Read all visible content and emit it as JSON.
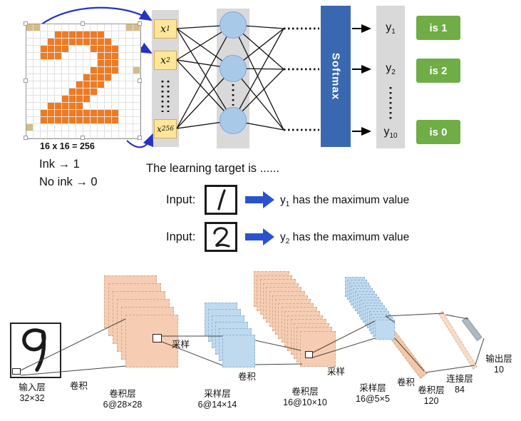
{
  "colors": {
    "digit_orange": "#EE7B22",
    "input_box_yellow": "#FFE699",
    "layer_strip_gray": "#D9D9D9",
    "neuron_blue": "#A9C9E8",
    "softmax_blue": "#3A68B0",
    "class_green": "#6FAD46",
    "arrow_blue": "#2433C5",
    "block_arrow_blue": "#2A52CC",
    "feature_map_peach": "#F6CDB2",
    "feature_map_blue": "#BFD9EE"
  },
  "digit_bitmap": [
    "2200000000000022",
    "0000111111100000",
    "0001111111110000",
    "0011110001111000",
    "0011100000111000",
    "0000000000111000",
    "0000000001111002",
    "0000000011110000",
    "0000000111100000",
    "0000001111000000",
    "0000011110000000",
    "0001111100000000",
    "0011111111111000",
    "0011111111111000",
    "2000000000000000",
    "0000000000000000"
  ],
  "top": {
    "grid_caption": "16 x 16 = 256",
    "ink_rule": "Ink → 1",
    "no_ink_rule": "No ink → 0",
    "inputs": [
      {
        "base": "x",
        "sub": "1"
      },
      {
        "base": "x",
        "sub": "2"
      },
      {
        "base": "x",
        "sub": "256"
      }
    ],
    "softmax_label": "Softmax",
    "outputs": [
      {
        "base": "y",
        "sub": "1"
      },
      {
        "base": "y",
        "sub": "2"
      },
      {
        "base": "y",
        "sub": "10"
      }
    ],
    "classes": [
      "is 1",
      "is 2",
      "is 0"
    ]
  },
  "middle": {
    "title": "The learning target is ......",
    "rows": [
      {
        "label": "Input:",
        "digit": "1",
        "result_base": "y",
        "result_sub": "1",
        "result_rest": " has the maximum value"
      },
      {
        "label": "Input:",
        "digit": "2",
        "result_base": "y",
        "result_sub": "2",
        "result_rest": " has the maximum value"
      }
    ]
  },
  "cnn": {
    "layers": [
      {
        "name": "输入层",
        "size": "32×32"
      },
      {
        "name": "卷积层",
        "size": "6@28×28"
      },
      {
        "name": "采样层",
        "size": "6@14×14"
      },
      {
        "name": "卷积层",
        "size": "16@10×10"
      },
      {
        "name": "采样层",
        "size": "16@5×5"
      },
      {
        "name": "卷积层",
        "size": "120"
      },
      {
        "name": "连接层",
        "size": "84"
      },
      {
        "name": "输出层",
        "size": "10"
      }
    ],
    "ops": [
      "卷积",
      "采样",
      "卷积",
      "采样",
      "卷积"
    ]
  }
}
